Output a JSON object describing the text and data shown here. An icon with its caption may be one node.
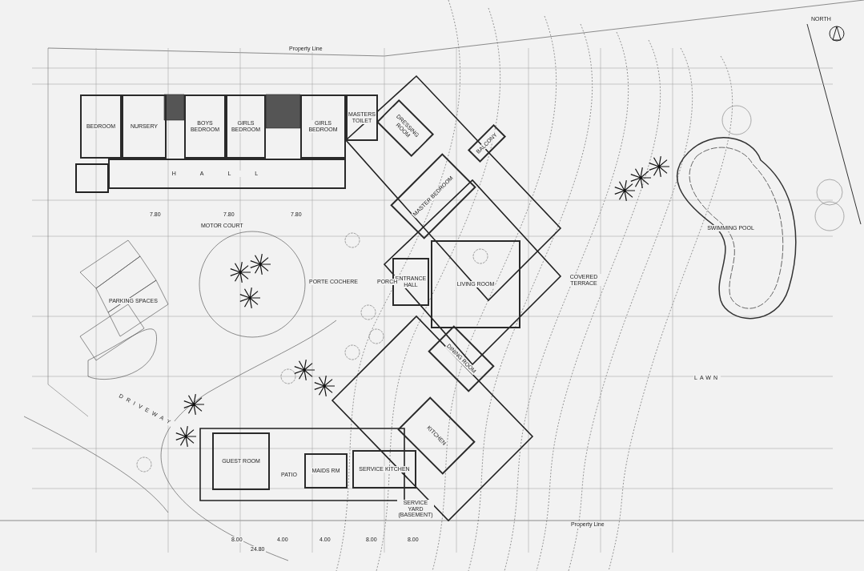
{
  "diagram": {
    "nodes": [
      {
        "text": [
          "BEDROOM"
        ]
      },
      {
        "text": [
          "NURSERY"
        ]
      },
      {
        "text": [
          "BOYS BEDROOM"
        ]
      },
      {
        "text": [
          "GIRLS BEDROOM"
        ]
      },
      {
        "text": [
          "GIRLS BEDROOM"
        ]
      },
      {
        "text": [
          "MASTERS TOILET"
        ]
      },
      {
        "text": [
          "HALL"
        ]
      },
      {
        "text": [
          "DRESSING ROOM"
        ]
      },
      {
        "text": [
          "BALCONY"
        ]
      },
      {
        "text": [
          "MASTER BEDROOM"
        ]
      },
      {
        "text": [
          "ENTRANCE HALL"
        ]
      },
      {
        "text": [
          "LIVING ROOM"
        ]
      },
      {
        "text": [
          "DINING ROOM"
        ]
      },
      {
        "text": [
          "KITCHEN"
        ]
      },
      {
        "text": [
          "GUEST ROOM"
        ]
      },
      {
        "text": [
          "MAIDS RM"
        ]
      },
      {
        "text": [
          "SERVICE KITCHEN"
        ]
      },
      {
        "text": [
          "SWIMMING POOL"
        ]
      }
    ],
    "labels": [
      "NORTH",
      "Property Line",
      "7.80",
      "7.80",
      "7.80",
      "MOTOR COURT",
      "PORTE COCHERE",
      "PORCH",
      "COVERED TERRACE",
      "PARKING SPACES",
      "LAWN",
      "DRIVEWAY",
      "PATIO",
      "SERVICE YARD (BASEMENT)",
      "8.00",
      "4.00",
      "4.00",
      "8.00",
      "8.00",
      "24.80",
      "Property Line"
    ]
  }
}
